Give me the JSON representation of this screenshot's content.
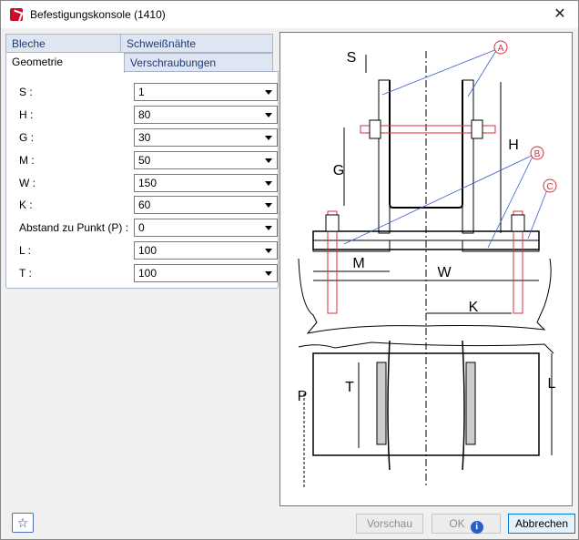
{
  "window": {
    "title": "Befestigungskonsole (1410)",
    "close_glyph": "✕"
  },
  "tabs": [
    {
      "label": "Bleche",
      "active": false
    },
    {
      "label": "Schweißnähte",
      "active": false
    },
    {
      "label": "Geometrie",
      "active": true
    },
    {
      "label": "Verschraubungen",
      "active": false
    }
  ],
  "fields": [
    {
      "label": "S :",
      "value": "1"
    },
    {
      "label": "H :",
      "value": "80"
    },
    {
      "label": "G :",
      "value": "30"
    },
    {
      "label": "M :",
      "value": "50"
    },
    {
      "label": "W :",
      "value": "150"
    },
    {
      "label": "K :",
      "value": "60"
    },
    {
      "label": "Abstand zu Punkt (P) :",
      "value": "0"
    },
    {
      "label": "L :",
      "value": "100"
    },
    {
      "label": "T :",
      "value": "100"
    }
  ],
  "diagram": {
    "labels": {
      "S": "S",
      "H": "H",
      "G": "G",
      "M": "M",
      "W": "W",
      "K": "K",
      "T": "T",
      "P": "P",
      "L": "L",
      "A": "A",
      "B": "B",
      "C": "C"
    },
    "marker_color": "#e0283c",
    "leader_color": "#3a5fcd",
    "bolt_color": "#e0283c"
  },
  "footer": {
    "favorite_glyph": "☆",
    "preview_label": "Vorschau",
    "ok_label": "OK",
    "info_glyph": "i",
    "cancel_label": "Abbrechen"
  }
}
